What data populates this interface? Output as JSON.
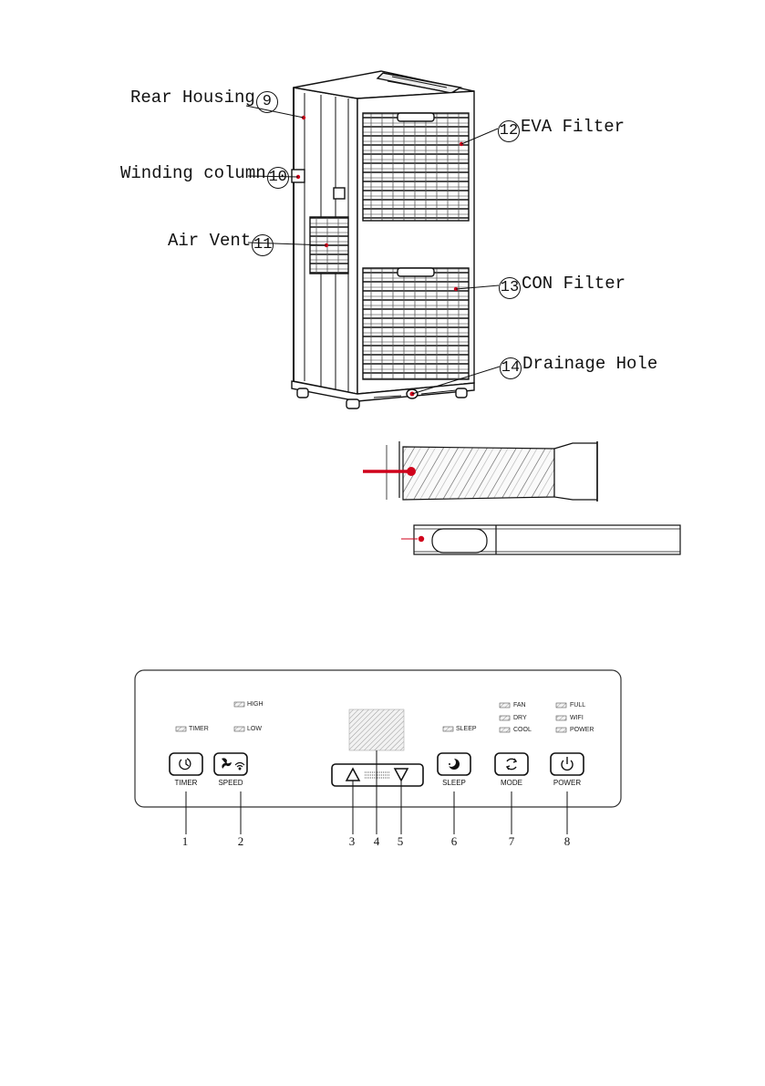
{
  "unit_labels": [
    {
      "id": "rear-housing",
      "text": "Rear  Housing",
      "num": "9"
    },
    {
      "id": "winding-column",
      "text": "Winding column",
      "num": "10"
    },
    {
      "id": "air-vent",
      "text": "Air Vent",
      "num": "11"
    },
    {
      "id": "eva-filter",
      "text": "EVA Filter",
      "num": "12"
    },
    {
      "id": "con-filter",
      "text": "CON Filter",
      "num": "13"
    },
    {
      "id": "drainage-hole",
      "text": "Drainage Hole",
      "num": "14"
    }
  ],
  "panel": {
    "indicators": {
      "high": "HIGH",
      "low": "LOW",
      "timer": "TIMER",
      "sleep": "SLEEP",
      "fan": "FAN",
      "dry": "DRY",
      "cool": "COOL",
      "full": "FULL",
      "wifi": "WIFI",
      "power": "POWER"
    },
    "buttons": {
      "timer": "TIMER",
      "speed": "SPEED",
      "sleep": "SLEEP",
      "mode": "MODE",
      "power": "POWER"
    },
    "callout_numbers": [
      "1",
      "2",
      "3",
      "4",
      "5",
      "6",
      "7",
      "8"
    ]
  },
  "colors": {
    "line": "#111111",
    "accent": "#d0021b",
    "grey": "#888888"
  }
}
